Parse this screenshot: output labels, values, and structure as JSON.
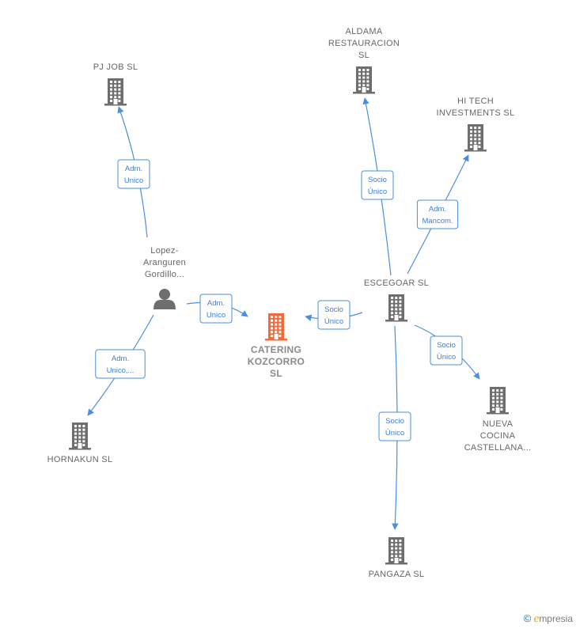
{
  "colors": {
    "edge": "#4a8fdf",
    "building": "#6e6e6e",
    "focus": "#f26a3a",
    "person": "#6e6e6e"
  },
  "nodes": [
    {
      "id": "pjjob",
      "kind": "company",
      "lines": [
        "PJ JOB  SL"
      ],
      "label_pos": "above"
    },
    {
      "id": "aldama",
      "kind": "company",
      "lines": [
        "ALDAMA",
        "RESTAURACION",
        "SL"
      ],
      "label_pos": "above"
    },
    {
      "id": "hitech",
      "kind": "company",
      "lines": [
        "HI TECH",
        "INVESTMENTS SL"
      ],
      "label_pos": "above"
    },
    {
      "id": "lopez",
      "kind": "person",
      "lines": [
        "Lopez-",
        "Aranguren",
        "Gordillo..."
      ],
      "label_pos": "above"
    },
    {
      "id": "escegoar",
      "kind": "company",
      "lines": [
        "ESCEGOAR SL"
      ],
      "label_pos": "above"
    },
    {
      "id": "catering",
      "kind": "focus",
      "lines": [
        "CATERING",
        "KOZCORRO",
        "SL"
      ],
      "label_pos": "below"
    },
    {
      "id": "hornakun",
      "kind": "company",
      "lines": [
        "HORNAKUN  SL"
      ],
      "label_pos": "below"
    },
    {
      "id": "nueva",
      "kind": "company",
      "lines": [
        "NUEVA",
        "COCINA",
        "CASTELLANA..."
      ],
      "label_pos": "below"
    },
    {
      "id": "pangaza",
      "kind": "company",
      "lines": [
        "PANGAZA  SL"
      ],
      "label_pos": "below"
    }
  ],
  "edges": [
    {
      "from": "lopez",
      "to": "pjjob",
      "label": [
        "Adm.",
        "Unico"
      ]
    },
    {
      "from": "lopez",
      "to": "catering",
      "label": [
        "Adm.",
        "Unico"
      ]
    },
    {
      "from": "lopez",
      "to": "hornakun",
      "label": [
        "Adm.",
        "Unico,..."
      ]
    },
    {
      "from": "escegoar",
      "to": "aldama",
      "label": [
        "Socio",
        "Único"
      ]
    },
    {
      "from": "escegoar",
      "to": "hitech",
      "label": [
        "Adm.",
        "Mancom."
      ]
    },
    {
      "from": "escegoar",
      "to": "catering",
      "label": [
        "Socio",
        "Único"
      ]
    },
    {
      "from": "escegoar",
      "to": "nueva",
      "label": [
        "Socio",
        "Único"
      ]
    },
    {
      "from": "escegoar",
      "to": "pangaza",
      "label": [
        "Socio",
        "Único"
      ]
    }
  ],
  "watermark": {
    "copyright": "©",
    "brand_initial": "e",
    "brand_rest": "mpresia"
  }
}
